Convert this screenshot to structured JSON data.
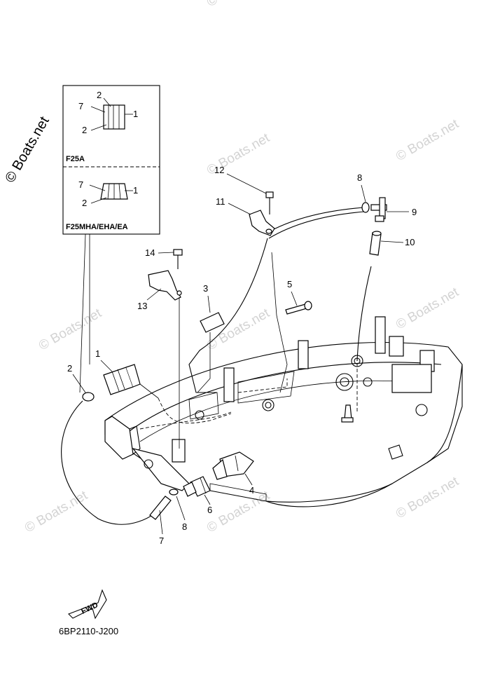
{
  "watermark": {
    "rotated_brand": "© Boats.net",
    "repeat_brand": "© Boats.net"
  },
  "inset": {
    "top_variant_label": "F25A",
    "bottom_variant_label": "F25MHA/EHA/EA",
    "top_callouts": {
      "a": "7",
      "b": "2",
      "c": "1",
      "d": "2"
    },
    "bottom_callouts": {
      "a": "7",
      "b": "1",
      "c": "2"
    }
  },
  "callouts": {
    "p1": "1",
    "p2": "2",
    "p3": "3",
    "p4": "4",
    "p5": "5",
    "p6": "6",
    "p7": "7",
    "p8a": "8",
    "p8b": "8",
    "p9": "9",
    "p10": "10",
    "p11": "11",
    "p12": "12",
    "p13": "13",
    "p14": "14"
  },
  "fwd_label": "FWD",
  "diagram_code": "6BP2110-J200"
}
